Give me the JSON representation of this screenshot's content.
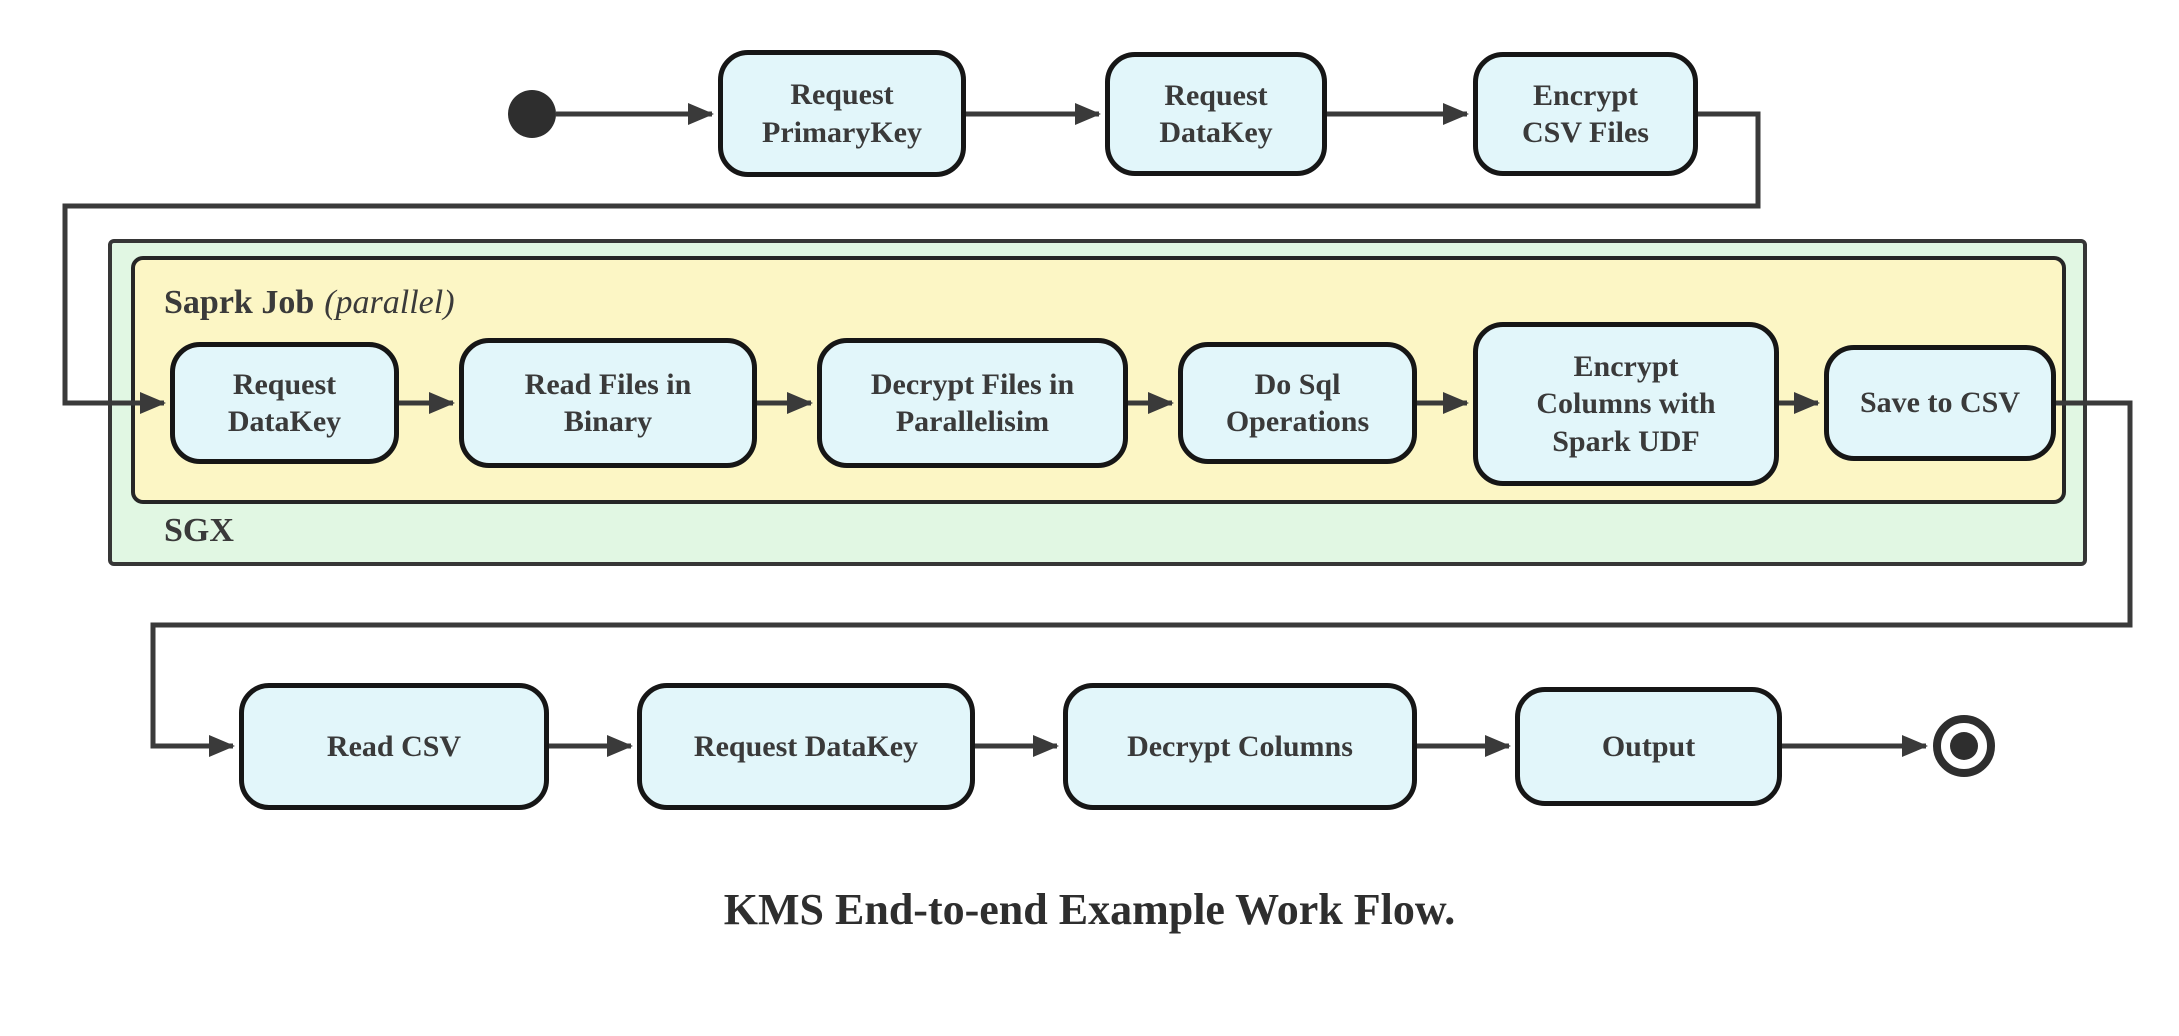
{
  "caption": "KMS End-to-end Example Work Flow.",
  "groups": {
    "sgx_label": "SGX",
    "spark_job_label": "Saprk Job",
    "spark_job_mode": "(parallel)"
  },
  "nodes": {
    "top": [
      "Request\nPrimaryKey",
      "Request\nDataKey",
      "Encrypt\nCSV Files"
    ],
    "middle": [
      "Request\nDataKey",
      "Read Files in\nBinary",
      "Decrypt Files in\nParallelisim",
      "Do Sql\nOperations",
      "Encrypt\nColumns with\nSpark UDF",
      "Save to CSV"
    ],
    "bottom": [
      "Read CSV",
      "Request DataKey",
      "Decrypt Columns",
      "Output"
    ]
  },
  "icons": {
    "start": "initial-node",
    "end": "final-node"
  },
  "colors": {
    "node-fill": "#e2f6fa",
    "node-border": "#161616",
    "node-text": "#3a3a3a",
    "spark-fill": "#fcf6c5",
    "spark-border": "#262626",
    "sgx-fill": "#e1f7e3",
    "sgx-border": "#363636",
    "connector": "#3a3a3a",
    "terminal": "#2e2e2e"
  }
}
